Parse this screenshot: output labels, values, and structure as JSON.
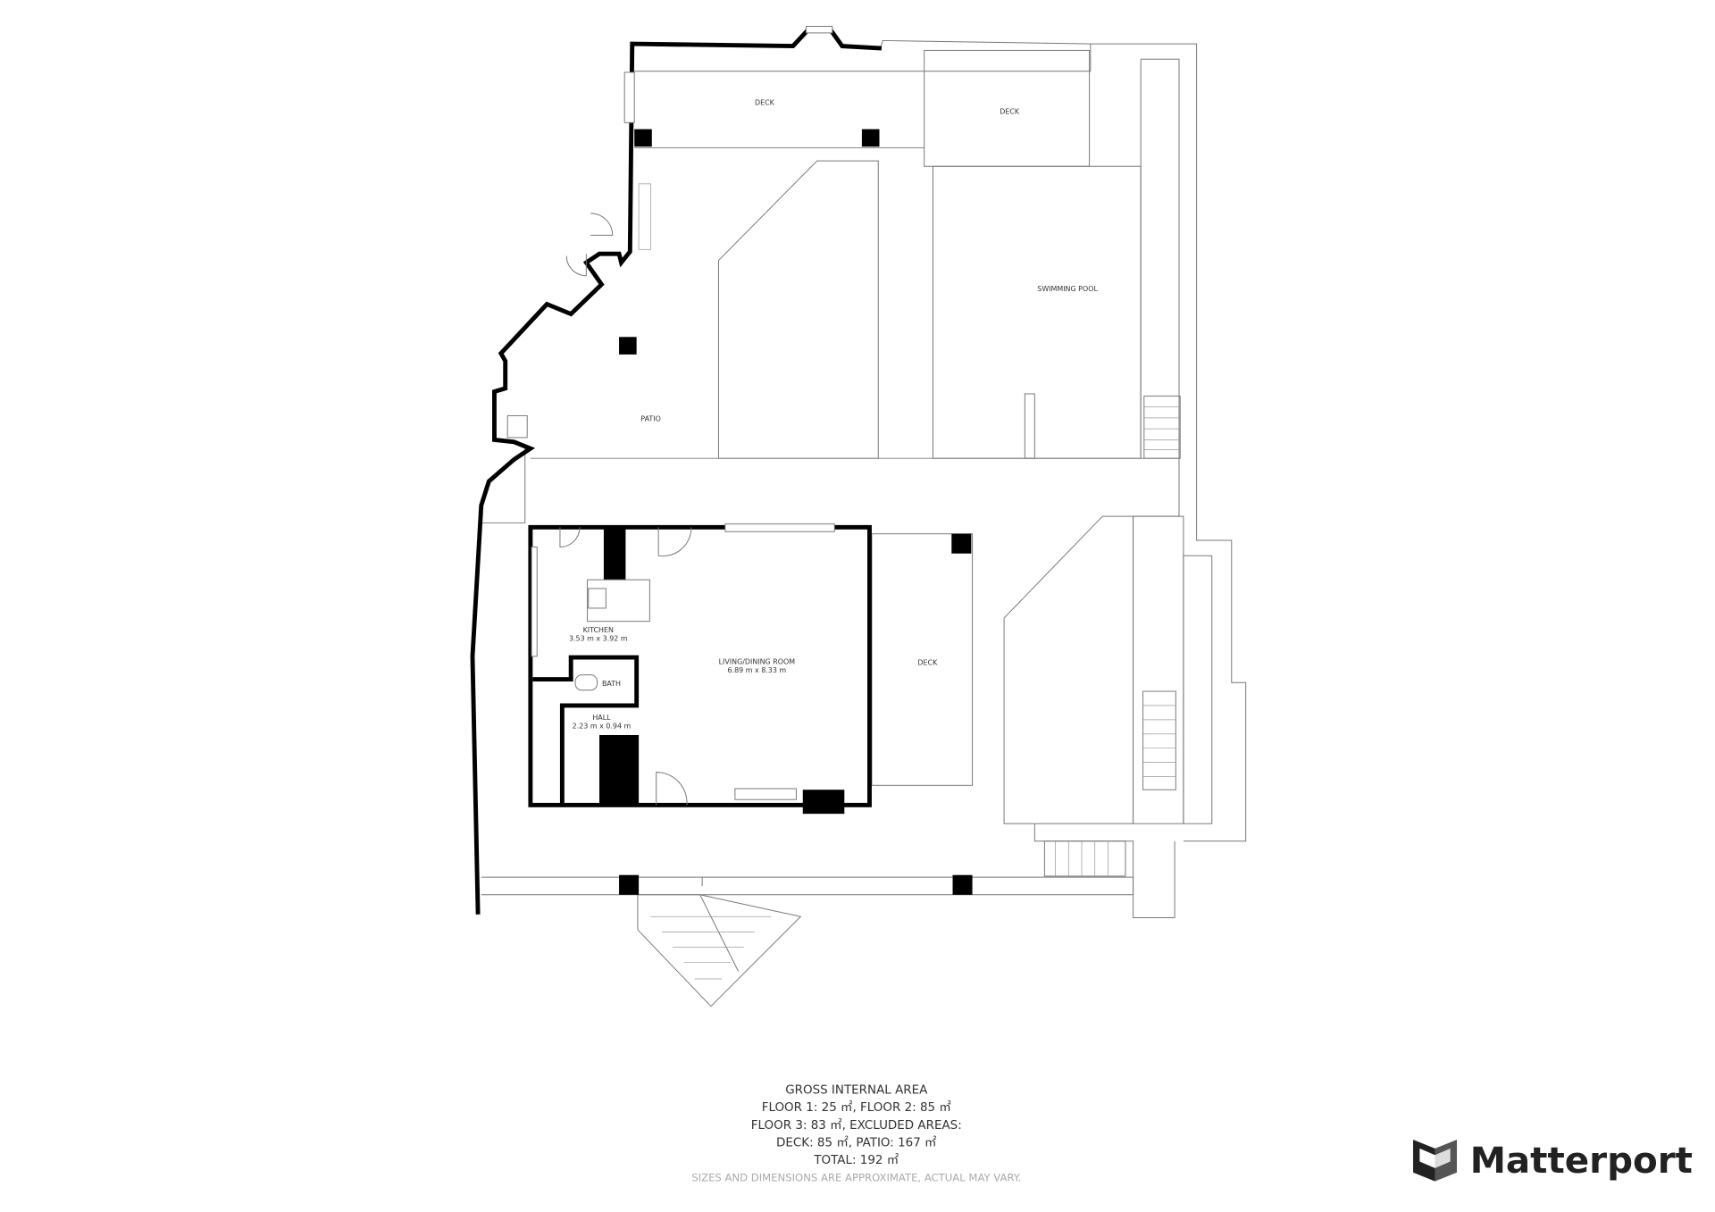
{
  "rooms": {
    "deck_north_left": "DECK",
    "deck_north_right": "DECK",
    "pool": "SWIMMING POOL",
    "patio": "PATIO",
    "kitchen": "KITCHEN",
    "kitchen_dims": "3.53 m x 3.92 m",
    "bath": "BATH",
    "hall": "HALL",
    "hall_dims": "2.23 m x 0.94 m",
    "living": "LIVING/DINING ROOM",
    "living_dims": "6.89 m x 8.33 m",
    "deck_east": "DECK"
  },
  "summary": {
    "title": "GROSS INTERNAL AREA",
    "line1": "FLOOR 1: 25 ㎡, FLOOR 2: 85 ㎡",
    "line2": "FLOOR 3: 83 ㎡, EXCLUDED AREAS:",
    "line3": "DECK: 85 ㎡, PATIO: 167 ㎡",
    "line4": "TOTAL: 192 ㎡",
    "disclaimer": "SIZES AND DIMENSIONS ARE APPROXIMATE, ACTUAL MAY VARY."
  },
  "brand": {
    "name": "Matterport",
    "logo": "matterport-logo-icon"
  }
}
